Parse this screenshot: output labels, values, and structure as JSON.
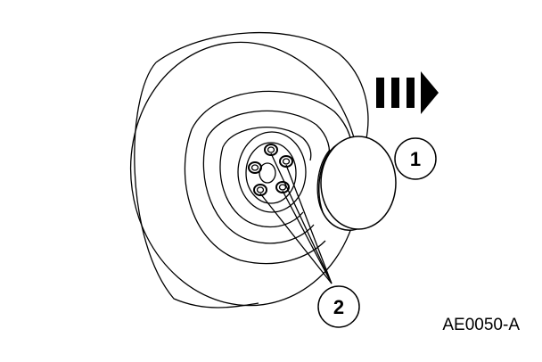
{
  "figure_code": "AE0050-A",
  "callouts": [
    {
      "number": "1",
      "target": "hub-cap"
    },
    {
      "number": "2",
      "target": "wheel-lug-nuts"
    }
  ],
  "colors": {
    "ink": "#000000",
    "background": "#ffffff"
  },
  "icons": {
    "direction_arrow": "removal-direction-arrow-icon"
  }
}
